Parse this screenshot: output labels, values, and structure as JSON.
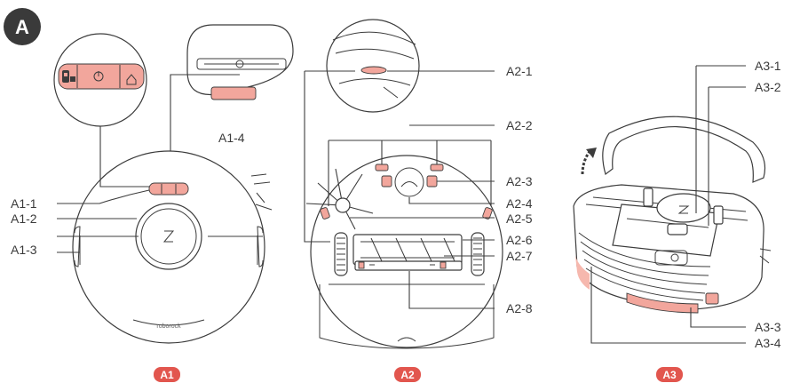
{
  "badge": "A",
  "panels": [
    {
      "id": "A1",
      "label": "A1"
    },
    {
      "id": "A2",
      "label": "A2"
    },
    {
      "id": "A3",
      "label": "A3"
    }
  ],
  "callouts_a1": {
    "a1_1": "A1-1",
    "a1_2": "A1-2",
    "a1_3": "A1-3",
    "a1_4": "A1-4"
  },
  "callouts_a2": {
    "a2_1": "A2-1",
    "a2_2": "A2-2",
    "a2_3": "A2-3",
    "a2_4": "A2-4",
    "a2_5": "A2-5",
    "a2_6": "A2-6",
    "a2_7": "A2-7",
    "a2_8": "A2-8"
  },
  "callouts_a3": {
    "a3_1": "A3-1",
    "a3_2": "A3-2",
    "a3_3": "A3-3",
    "a3_4": "A3-4"
  },
  "brand_text": "roborock",
  "colors": {
    "accent_pink": "#f2a69c",
    "pill_red": "#e2564e",
    "badge_dark": "#3a3a3a",
    "line": "#3c3c3c"
  }
}
